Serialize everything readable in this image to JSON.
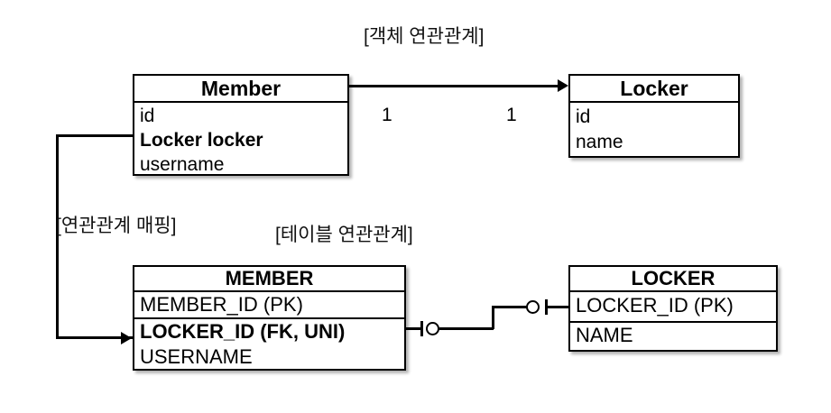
{
  "diagram": {
    "title": "[객체 연관관계]",
    "mapping_label": "[연관관계 매핑]",
    "table_section_label": "[테이블 연관관계]"
  },
  "object_model": {
    "member": {
      "name": "Member",
      "fields": [
        {
          "label": "id",
          "bold": false
        },
        {
          "label": "Locker locker",
          "bold": true
        },
        {
          "label": "username",
          "bold": false
        }
      ]
    },
    "locker": {
      "name": "Locker",
      "fields": [
        {
          "label": "id",
          "bold": false
        },
        {
          "label": "name",
          "bold": false
        }
      ]
    },
    "association": {
      "source_cardinality": "1",
      "target_cardinality": "1",
      "direction": "Member -> Locker"
    }
  },
  "table_model": {
    "member_table": {
      "name": "MEMBER",
      "columns": [
        {
          "label": "MEMBER_ID (PK)",
          "bold": false
        },
        {
          "label": "LOCKER_ID (FK, UNI)",
          "bold": true
        },
        {
          "label": "USERNAME",
          "bold": false
        }
      ]
    },
    "locker_table": {
      "name": "LOCKER",
      "columns": [
        {
          "label": "LOCKER_ID (PK)",
          "bold": false
        },
        {
          "label": "NAME",
          "bold": false
        }
      ]
    },
    "relationship": {
      "left_notation": "one-and-only-one-optional",
      "right_notation": "one-and-only-one-optional",
      "type": "one-to-one"
    }
  },
  "colors": {
    "stroke": "#000000",
    "background": "#ffffff",
    "text": "#111111"
  }
}
